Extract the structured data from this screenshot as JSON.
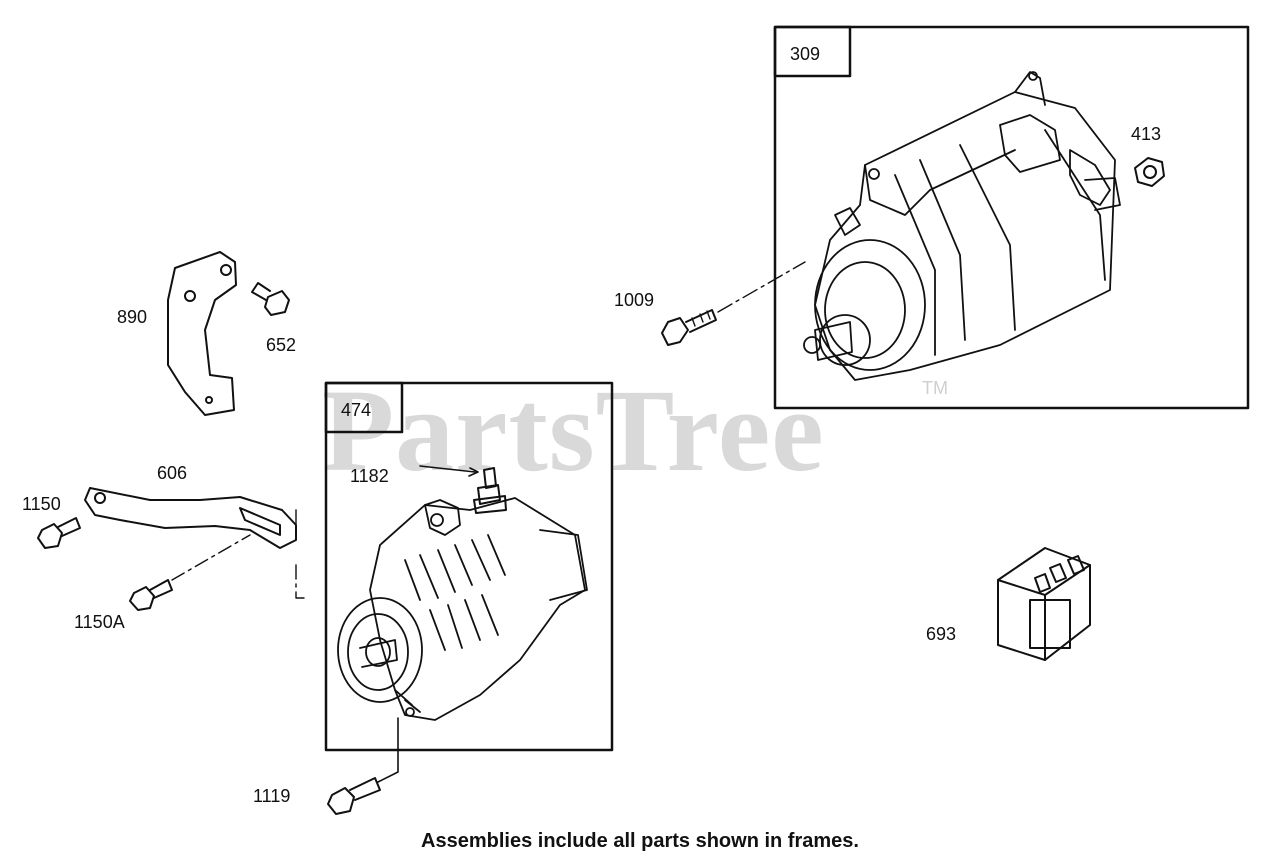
{
  "watermark": {
    "text": "PartsTree",
    "tm": "TM"
  },
  "frames": [
    {
      "id": "frame-309",
      "label": "309"
    },
    {
      "id": "frame-474",
      "label": "474"
    }
  ],
  "callouts": {
    "c413": "413",
    "c1009": "1009",
    "c890": "890",
    "c652": "652",
    "c1182": "1182",
    "c606": "606",
    "c1150": "1150",
    "c1150A": "1150A",
    "c693": "693",
    "c1119": "1119"
  },
  "caption": "Assemblies include all parts shown in frames.",
  "colors": {
    "line": "#111111",
    "watermark": "#d9d9d9",
    "background": "#ffffff"
  }
}
